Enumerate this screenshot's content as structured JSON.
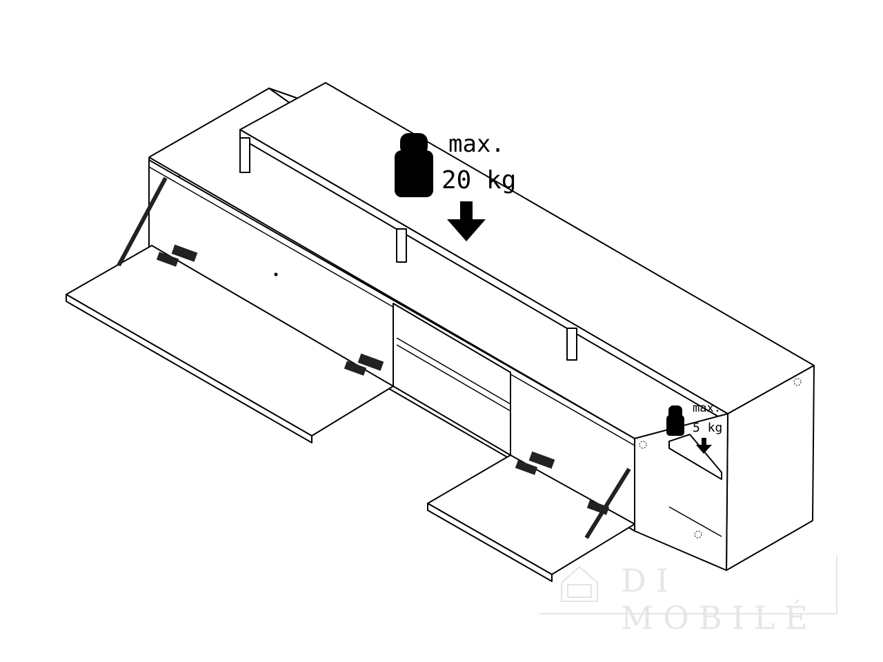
{
  "labels": {
    "top_max": "max.",
    "top_load": "20 kg",
    "shelf_max": "max.",
    "shelf_load": "5 kg"
  },
  "watermark": "DI MOBILÉ"
}
